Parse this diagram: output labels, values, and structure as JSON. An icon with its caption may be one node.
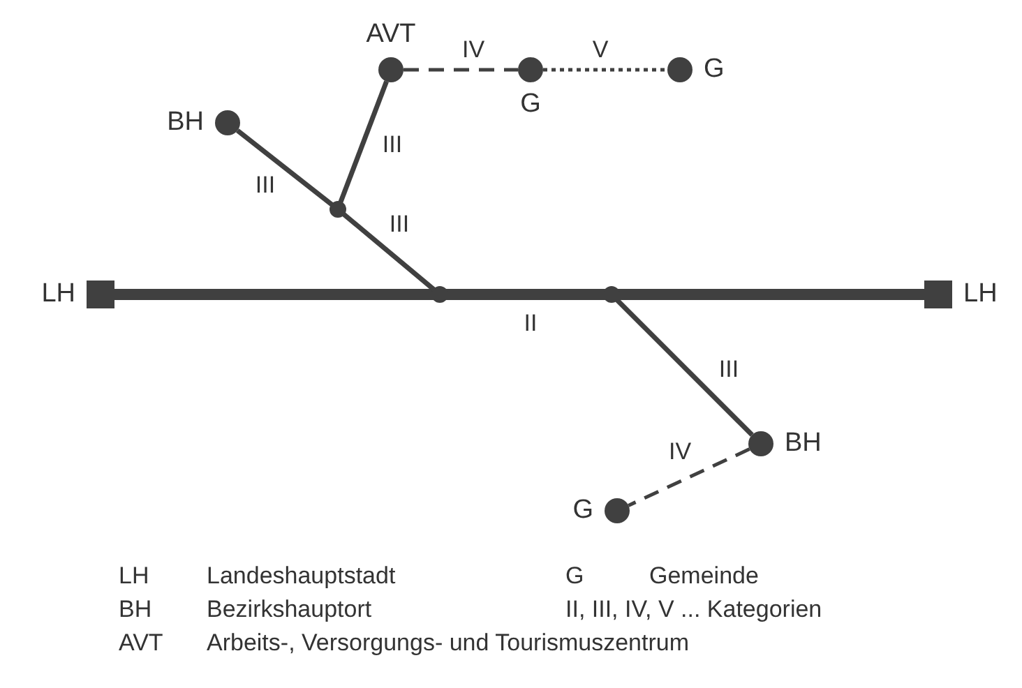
{
  "diagram": {
    "nodes": [
      {
        "text": [
          "LH"
        ]
      },
      {
        "text": [
          "LH"
        ]
      },
      {
        "text": [
          "BH"
        ]
      },
      {
        "text": [
          "AVT"
        ]
      },
      {
        "text": [
          "G"
        ]
      },
      {
        "text": [
          "G"
        ]
      },
      {
        "text": [
          "BH"
        ]
      },
      {
        "text": [
          "G"
        ]
      },
      {
        "text": [],
        "shape": "point"
      },
      {
        "text": [],
        "shape": "point"
      },
      {
        "text": [],
        "shape": "point"
      }
    ],
    "edges": [
      {
        "from": 0,
        "to": 1,
        "arrow": "none",
        "label": "II",
        "style": "thick"
      },
      {
        "from": 2,
        "to": 9,
        "arrow": "none",
        "label": "III"
      },
      {
        "from": 9,
        "to": 8,
        "arrow": "none",
        "label": "III"
      },
      {
        "from": 3,
        "to": 9,
        "arrow": "none",
        "label": "III"
      },
      {
        "from": 10,
        "to": 6,
        "arrow": "none",
        "label": "III"
      },
      {
        "from": 6,
        "to": 7,
        "arrow": "none",
        "label": "IV",
        "style": "dashed"
      },
      {
        "from": 3,
        "to": 4,
        "arrow": "none",
        "label": "IV",
        "style": "dashed"
      },
      {
        "from": 4,
        "to": 5,
        "arrow": "none",
        "label": "V",
        "style": "dashed"
      }
    ],
    "labels": [
      "LH",
      "Landeshauptstadt",
      "G",
      "Gemeinde",
      "BH",
      "Bezirkshauptort",
      "II, III, IV, V ... Kategorien",
      "AVT",
      "Arbeits-, Versorgungs- und Tourismuszentrum"
    ]
  }
}
